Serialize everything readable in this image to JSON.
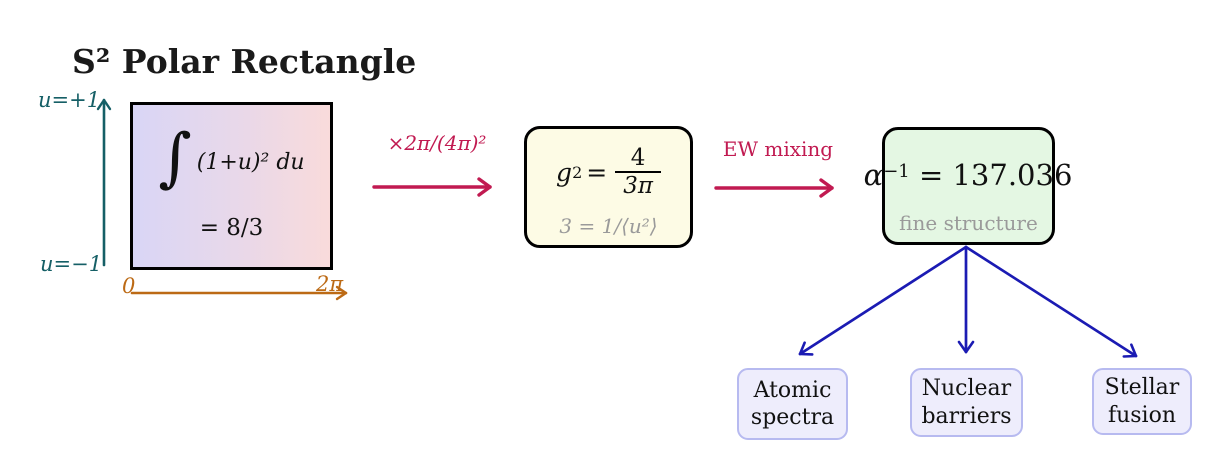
{
  "title": "S² Polar Rectangle",
  "colors": {
    "axis_teal": "#155f66",
    "axis_orange": "#bc6a15",
    "arrow_crimson": "#c11a51",
    "arrow_blue": "#1b1bb3",
    "gray_subtext": "#9a9a9a",
    "rect_gradient_left": "#d9d6f6",
    "rect_gradient_right": "#f9dbdb",
    "coupling_box_fill": "#fdfbe5",
    "alpha_box_fill": "#e4f7e3",
    "outcome_fill": "#eeedfc",
    "outcome_border": "#b7baf0",
    "box_border": "#000000"
  },
  "left_panel": {
    "y_axis_top_label": "u=+1",
    "y_axis_bottom_label": "u=−1",
    "x_axis_start_label": "0",
    "x_axis_end_label": "2π",
    "integral_symbol": "∫",
    "integrand": "(1+u)² du",
    "result": "= 8/3"
  },
  "arrow1": {
    "label": "×2π/(4π)²"
  },
  "coupling_box": {
    "lhs": "g",
    "lhs_exp": "2",
    "eq": "=",
    "numerator": "4",
    "denominator": "3π",
    "subtext": "3 = 1/⟨u²⟩"
  },
  "arrow2": {
    "label": "EW mixing"
  },
  "alpha_box": {
    "lhs": "α",
    "lhs_exp": "−1",
    "rhs": "= 137.036",
    "subtext": "fine structure"
  },
  "outcomes": [
    {
      "label": "Atomic\nspectra"
    },
    {
      "label": "Nuclear\nbarriers"
    },
    {
      "label": "Stellar\nfusion"
    }
  ]
}
